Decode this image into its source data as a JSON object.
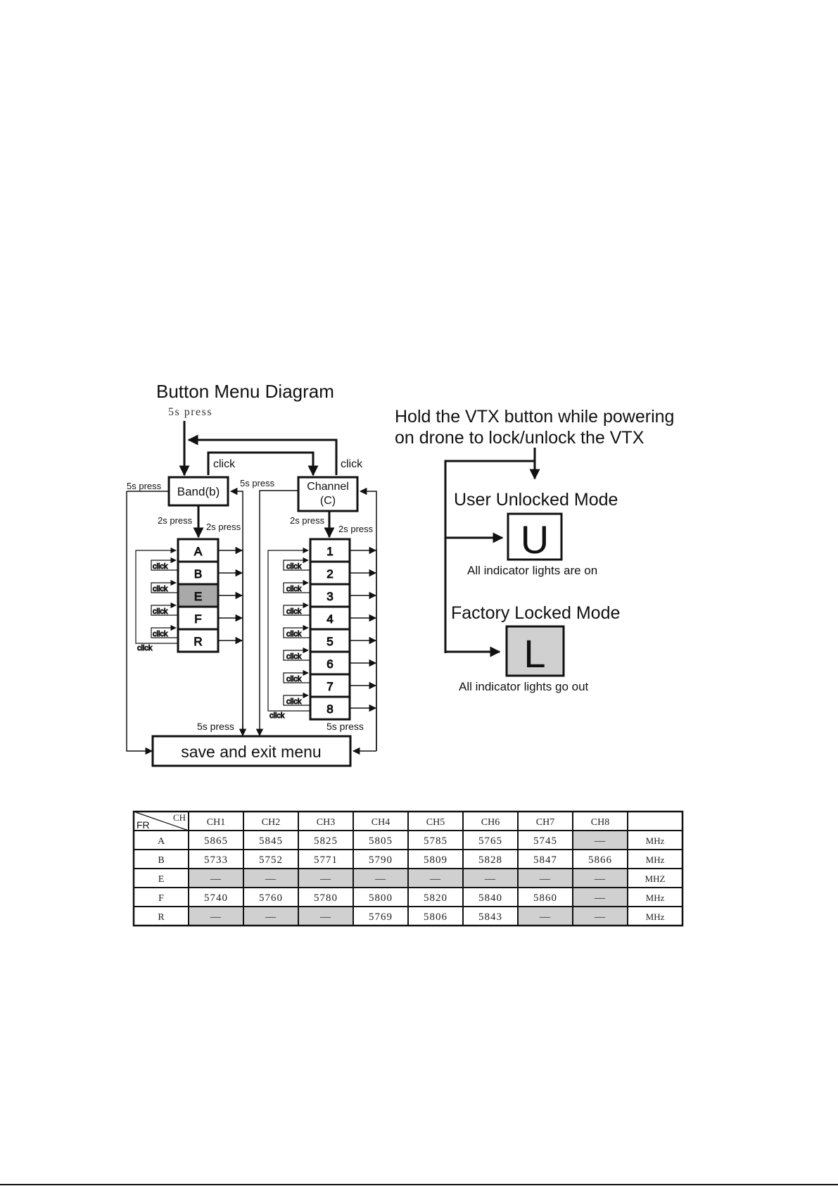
{
  "colors": {
    "ink": "#111111",
    "shade_box": "#a9a9a9",
    "shade_cell": "#d0d0d0",
    "paper": "#ffffff"
  },
  "menu": {
    "title": "Button Menu Diagram",
    "top_press": "5s press",
    "click_left": "click",
    "click_right": "click",
    "band_box": "Band(b)",
    "channel_line1": "Channel",
    "channel_line2": "(C)",
    "left_5s": "5s press",
    "mid_5s": "5s press",
    "band_2s_a": "2s press",
    "band_2s_b": "2s press",
    "chan_2s_a": "2s press",
    "chan_2s_b": "2s press",
    "bands": [
      "A",
      "B",
      "E",
      "F",
      "R"
    ],
    "channels": [
      "1",
      "2",
      "3",
      "4",
      "5",
      "6",
      "7",
      "8"
    ],
    "click": "click",
    "bottom_5s_left": "5s press",
    "bottom_5s_right": "5s press",
    "save_exit": "save and exit menu"
  },
  "lock": {
    "line1": "Hold the VTX button while powering",
    "line2": "on drone to lock/unlock the VTX",
    "unlocked_title": "User Unlocked Mode",
    "unlocked_letter": "U",
    "unlocked_caption": "All indicator lights are on",
    "locked_title": "Factory Locked Mode",
    "locked_letter": "L",
    "locked_caption": "All indicator lights go out"
  },
  "table": {
    "corner_ch": "CH",
    "corner_fr": "FR",
    "headers": [
      "CH1",
      "CH2",
      "CH3",
      "CH4",
      "CH5",
      "CH6",
      "CH7",
      "CH8"
    ],
    "rows": [
      {
        "band": "A",
        "cells": [
          "5865",
          "5845",
          "5825",
          "5805",
          "5785",
          "5765",
          "5745",
          "—"
        ],
        "unit": "MHz"
      },
      {
        "band": "B",
        "cells": [
          "5733",
          "5752",
          "5771",
          "5790",
          "5809",
          "5828",
          "5847",
          "5866"
        ],
        "unit": "MHz"
      },
      {
        "band": "E",
        "cells": [
          "—",
          "—",
          "—",
          "—",
          "—",
          "—",
          "—",
          "—"
        ],
        "unit": "MHZ"
      },
      {
        "band": "F",
        "cells": [
          "5740",
          "5760",
          "5780",
          "5800",
          "5820",
          "5840",
          "5860",
          "—"
        ],
        "unit": "MHz"
      },
      {
        "band": "R",
        "cells": [
          "—",
          "—",
          "—",
          "5769",
          "5806",
          "5843",
          "—",
          "—"
        ],
        "unit": "MHz"
      }
    ]
  }
}
